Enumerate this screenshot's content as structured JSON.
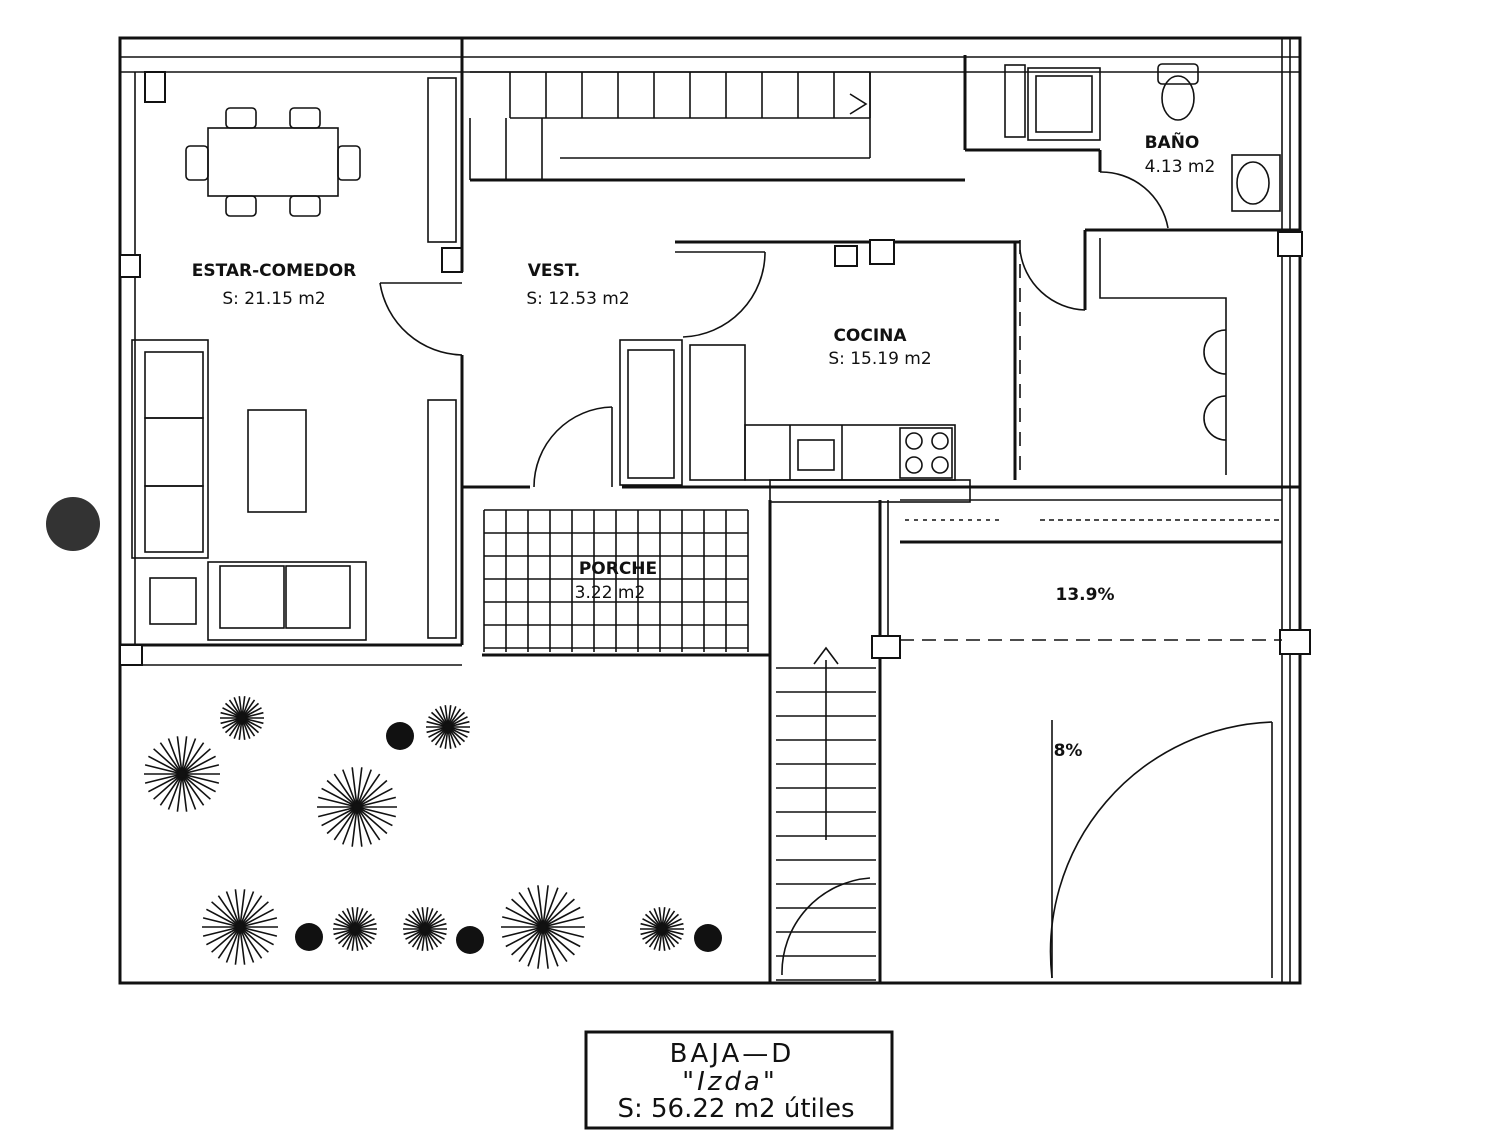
{
  "rooms": {
    "estar_name": "ESTAR-COMEDOR",
    "estar_area": "S: 21.15 m2",
    "vest_name": "VEST.",
    "vest_area": "S: 12.53 m2",
    "cocina_name": "COCINA",
    "cocina_area": "S: 15.19 m2",
    "bano_name": "BAÑO",
    "bano_area": "4.13 m2",
    "porche_name": "PORCHE",
    "porche_area": "3.22 m2",
    "ramp1_slope": "13.9%",
    "ramp2_slope": "8%"
  },
  "title_block": {
    "line1": "BAJA—D",
    "line2": "\"Izda\"",
    "line3": "S: 56.22 m2 útiles"
  },
  "colors": {
    "ink": "#111111",
    "paper": "#ffffff",
    "hole_punch": "#333333"
  }
}
